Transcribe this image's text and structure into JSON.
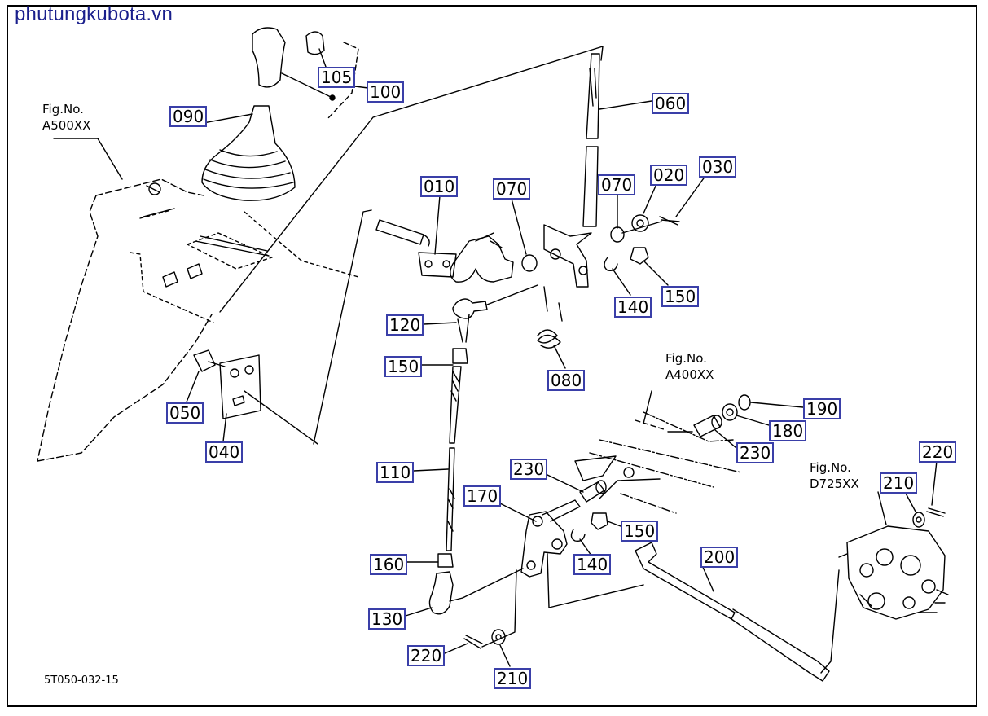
{
  "watermark": "phutungkubota.vn",
  "drawing_number": "5T050-032-15",
  "figure_references": [
    {
      "id": "a500",
      "line1": "Fig.No.",
      "line2": "A500XX"
    },
    {
      "id": "a400",
      "line1": "Fig.No.",
      "line2": "A400XX"
    },
    {
      "id": "d725",
      "line1": "Fig.No.",
      "line2": "D725XX"
    }
  ],
  "callouts": [
    {
      "id": "105a",
      "label": "105"
    },
    {
      "id": "100a",
      "label": "100"
    },
    {
      "id": "090a",
      "label": "090"
    },
    {
      "id": "060a",
      "label": "060"
    },
    {
      "id": "010a",
      "label": "010"
    },
    {
      "id": "070a",
      "label": "070"
    },
    {
      "id": "070b",
      "label": "070"
    },
    {
      "id": "020a",
      "label": "020"
    },
    {
      "id": "030a",
      "label": "030"
    },
    {
      "id": "120a",
      "label": "120"
    },
    {
      "id": "140a",
      "label": "140"
    },
    {
      "id": "150a",
      "label": "150"
    },
    {
      "id": "150b",
      "label": "150"
    },
    {
      "id": "080a",
      "label": "080"
    },
    {
      "id": "050a",
      "label": "050"
    },
    {
      "id": "040a",
      "label": "040"
    },
    {
      "id": "190a",
      "label": "190"
    },
    {
      "id": "180a",
      "label": "180"
    },
    {
      "id": "230a",
      "label": "230"
    },
    {
      "id": "230b",
      "label": "230"
    },
    {
      "id": "110a",
      "label": "110"
    },
    {
      "id": "170a",
      "label": "170"
    },
    {
      "id": "150c",
      "label": "150"
    },
    {
      "id": "140b",
      "label": "140"
    },
    {
      "id": "160a",
      "label": "160"
    },
    {
      "id": "200a",
      "label": "200"
    },
    {
      "id": "130a",
      "label": "130"
    },
    {
      "id": "220a",
      "label": "220"
    },
    {
      "id": "210a",
      "label": "210"
    },
    {
      "id": "220b",
      "label": "220"
    },
    {
      "id": "210b",
      "label": "210"
    }
  ],
  "colors": {
    "callout_border": "#3a3fa8",
    "watermark": "#1a1f8c",
    "line": "#000000"
  }
}
